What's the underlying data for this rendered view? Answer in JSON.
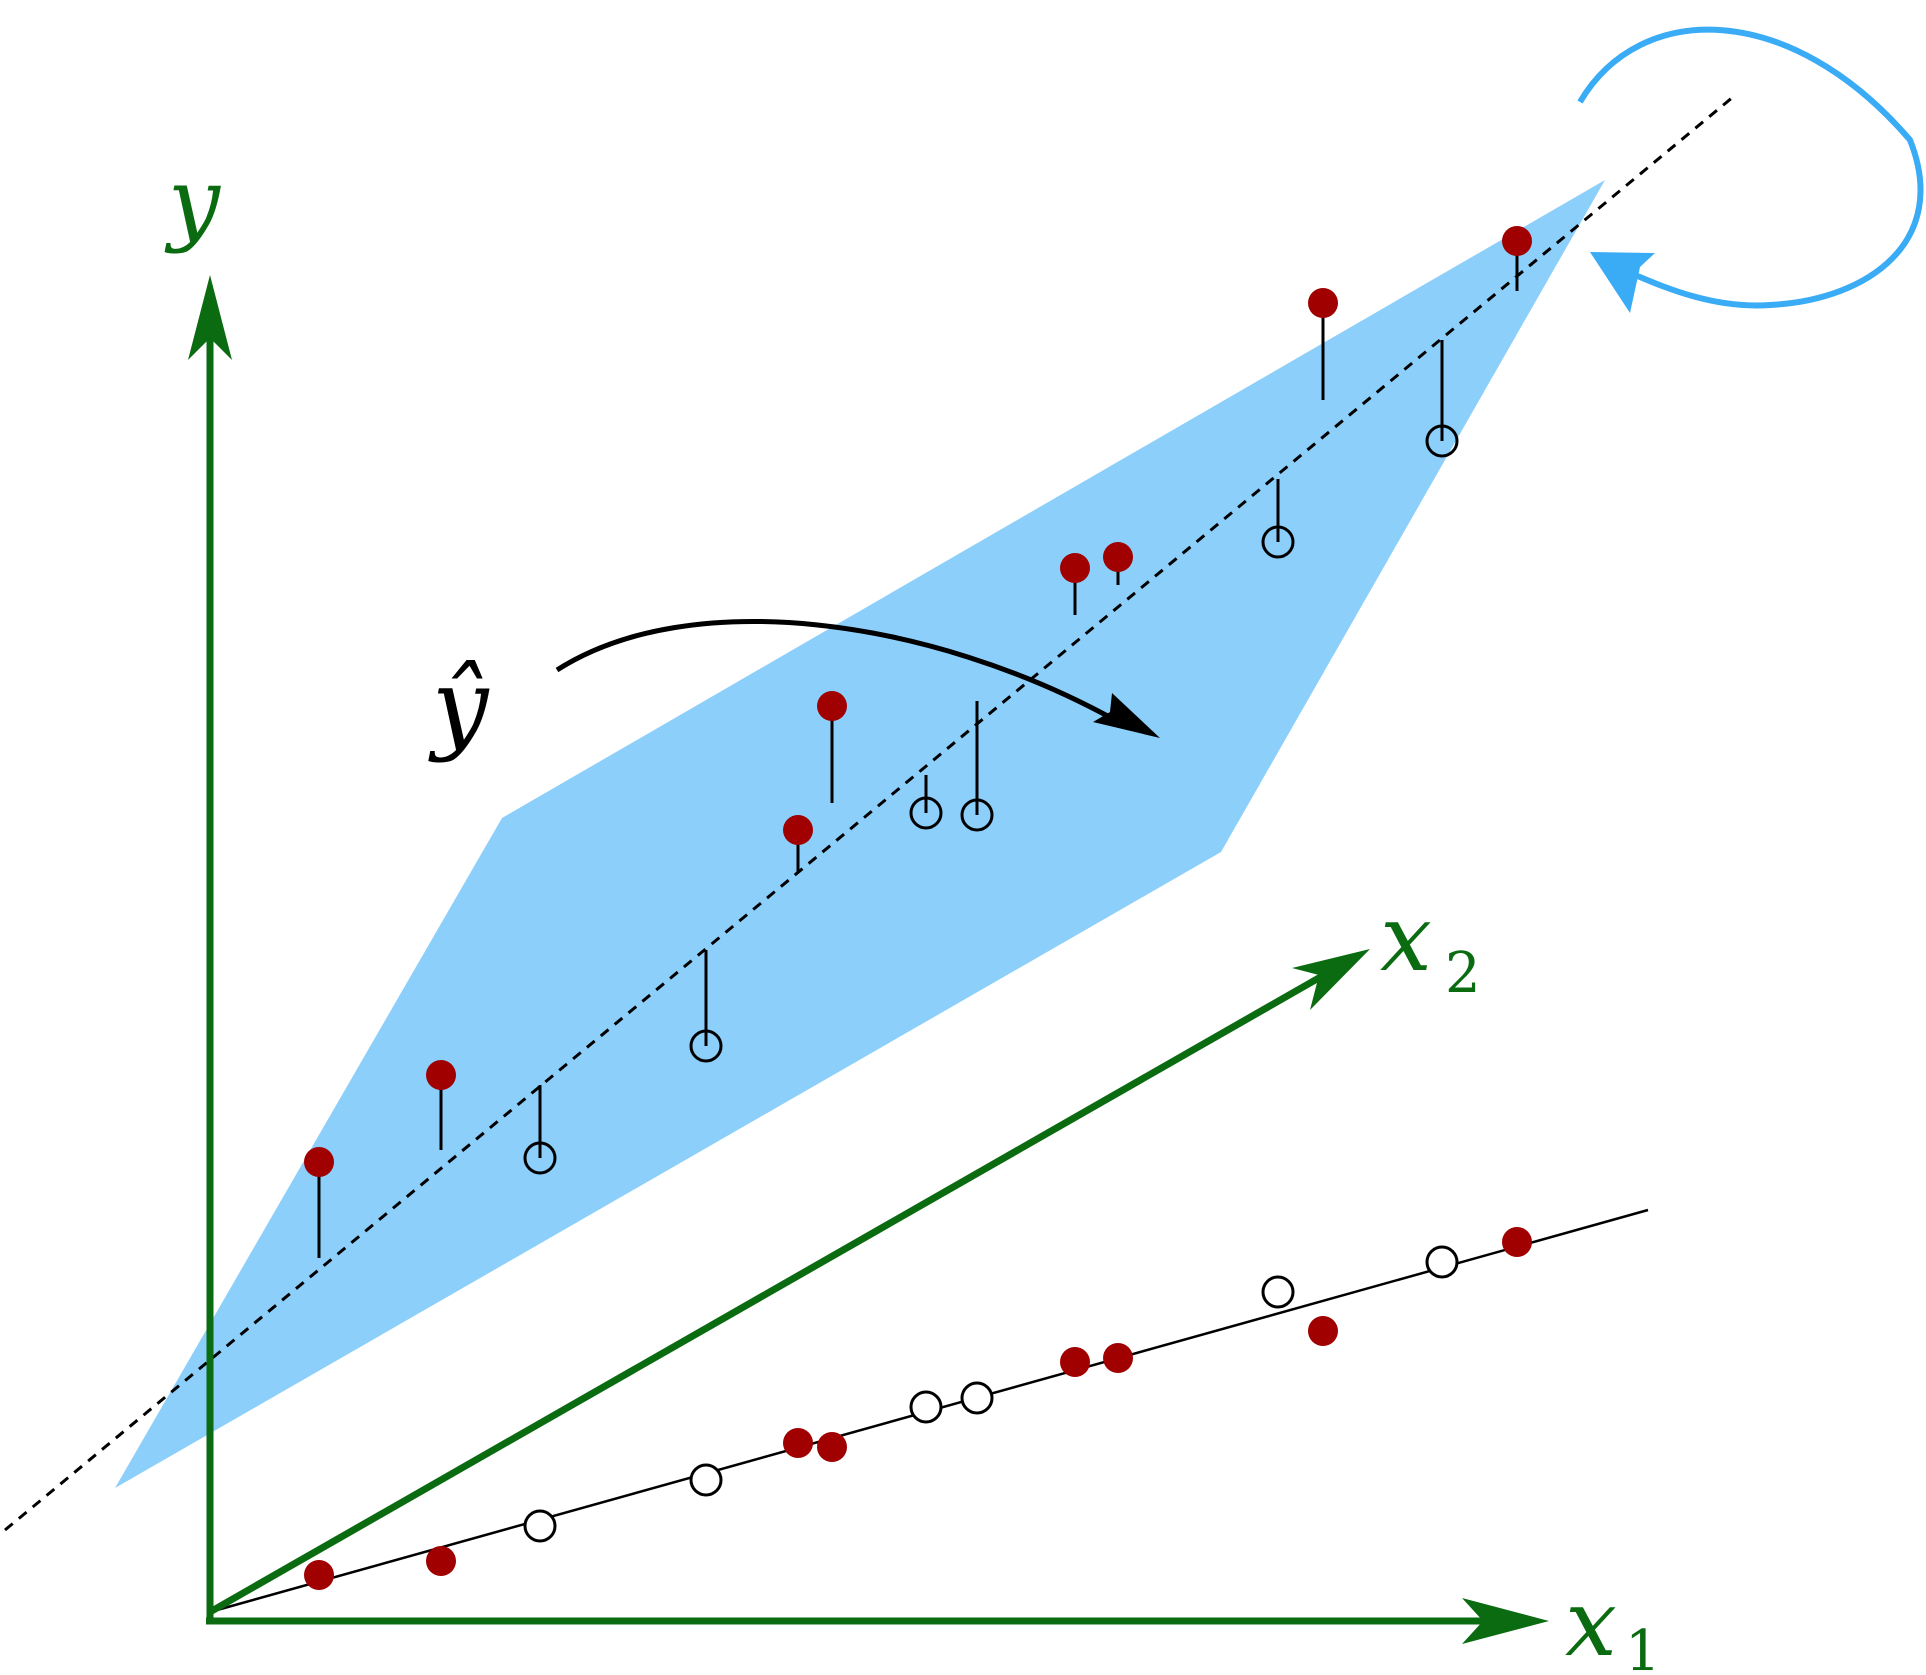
{
  "labels": {
    "y_axis": "y",
    "x1_axis": "x",
    "x1_sub": "1",
    "x2_axis": "x",
    "x2_sub": "2",
    "yhat": "ŷ"
  },
  "colors": {
    "axis": "#0a6b10",
    "plane": "#8ccffb",
    "observed": "#a00000",
    "fitted_open": "#000000",
    "curl_arrow": "#3aabf5",
    "background": "#ffffff"
  },
  "legend": {
    "observed_marker": "filled-circle",
    "fitted_marker": "open-circle"
  }
}
